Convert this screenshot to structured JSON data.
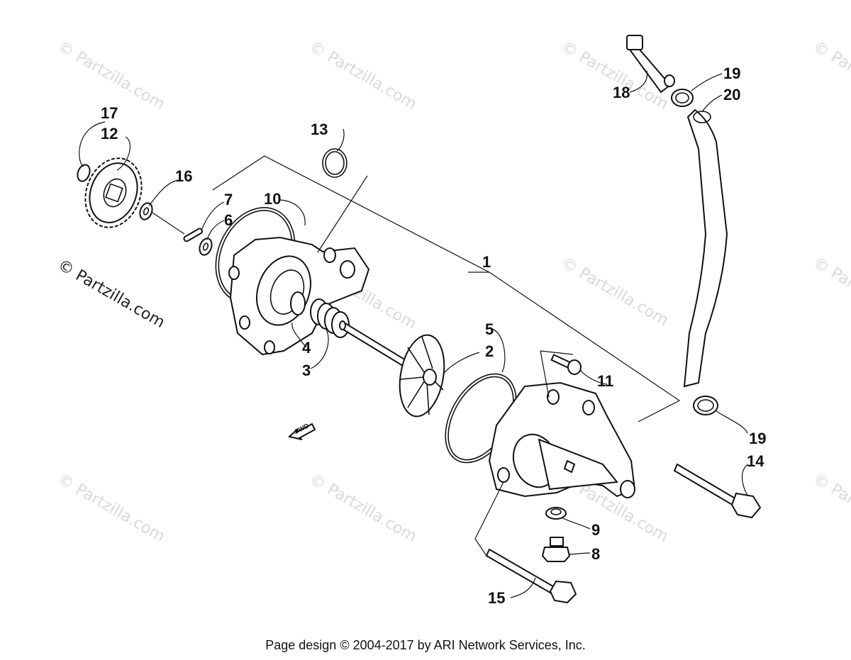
{
  "watermark": {
    "text": "© Partzilla.com",
    "color": "#d9d9d9"
  },
  "callouts": {
    "c1": "1",
    "c2": "2",
    "c3": "3",
    "c4": "4",
    "c5": "5",
    "c6": "6",
    "c7": "7",
    "c8": "8",
    "c9": "9",
    "c10": "10",
    "c11": "11",
    "c12": "12",
    "c13": "13",
    "c14": "14",
    "c15": "15",
    "c16": "16",
    "c17": "17",
    "c18": "18",
    "c19a": "19",
    "c19b": "19",
    "c20": "20"
  },
  "fwd_arrow_label": "FWD",
  "footer": "Page design © 2004-2017 by ARI Network Services, Inc."
}
